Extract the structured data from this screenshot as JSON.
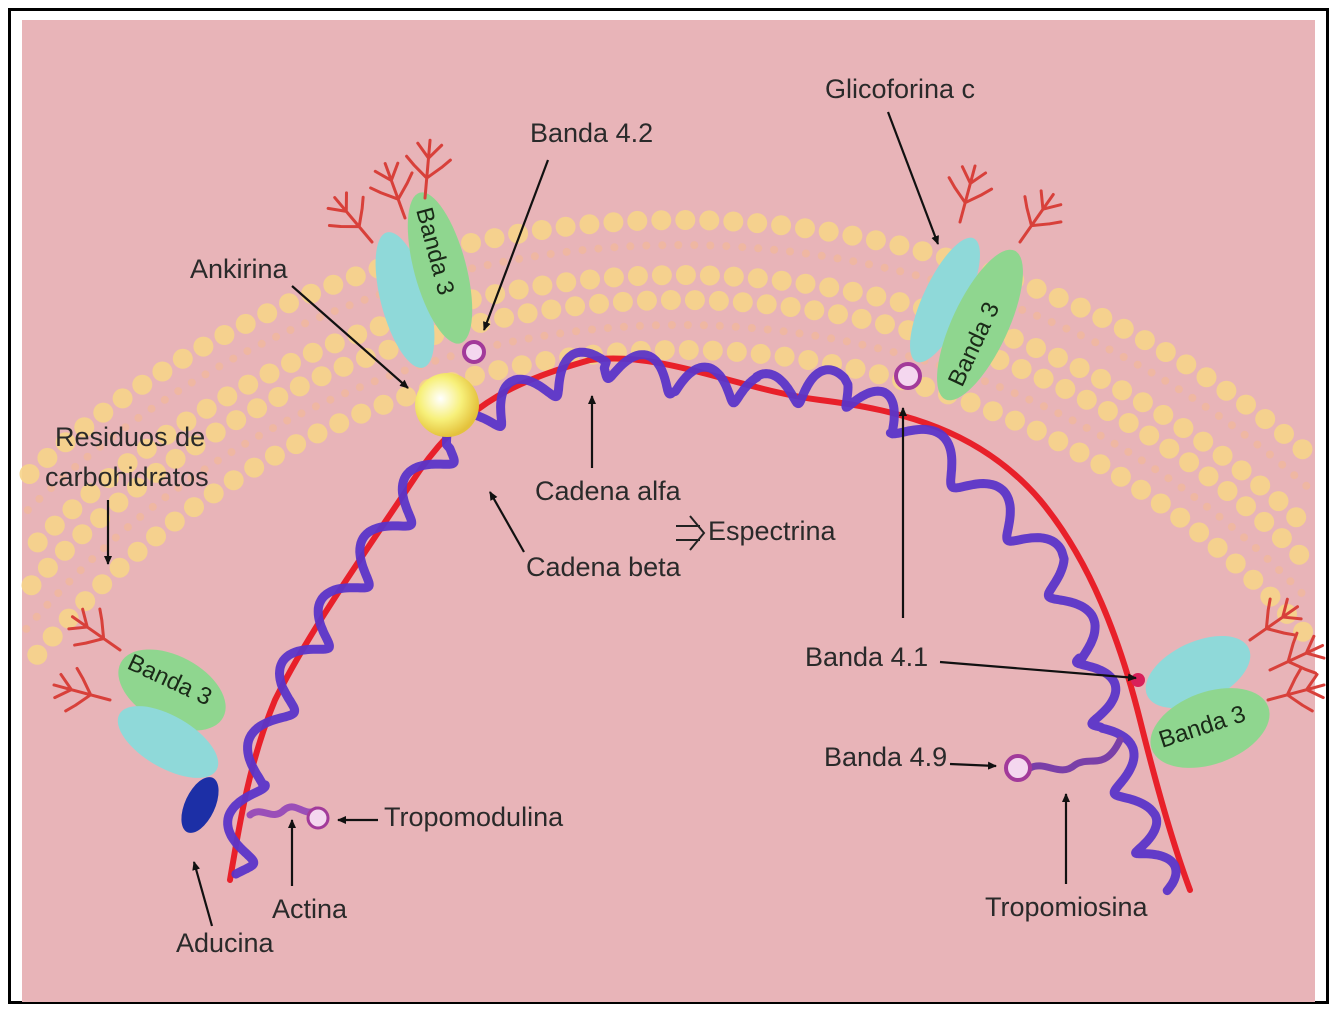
{
  "labels": {
    "banda_4_2": "Banda 4.2",
    "glicoforina_c": "Glicoforina c",
    "ankirina": "Ankirina",
    "residuos": "Residuos de",
    "carbohidratos": "carbohidratos",
    "cadena_alfa": "Cadena alfa",
    "espectrina": "Espectrina",
    "cadena_beta": "Cadena beta",
    "banda_4_1": "Banda 4.1",
    "banda_4_9": "Banda 4.9",
    "tropomodulina": "Tropomodulina",
    "actina": "Actina",
    "aducina": "Aducina",
    "tropomiosina": "Tropomiosina",
    "banda_3": "Banda 3"
  },
  "colors": {
    "background": "#e8b4b8",
    "lipid_head": "#f6d48a",
    "band3": "#8fd68f",
    "glycophorin": "#8fd9d9",
    "ankyrin": "#f5ef6a",
    "spectrin_alpha": "#e8202a",
    "spectrin_beta": "#5b35c8",
    "adducin": "#1c2fa6",
    "carbohydrate": "#d8403a"
  }
}
